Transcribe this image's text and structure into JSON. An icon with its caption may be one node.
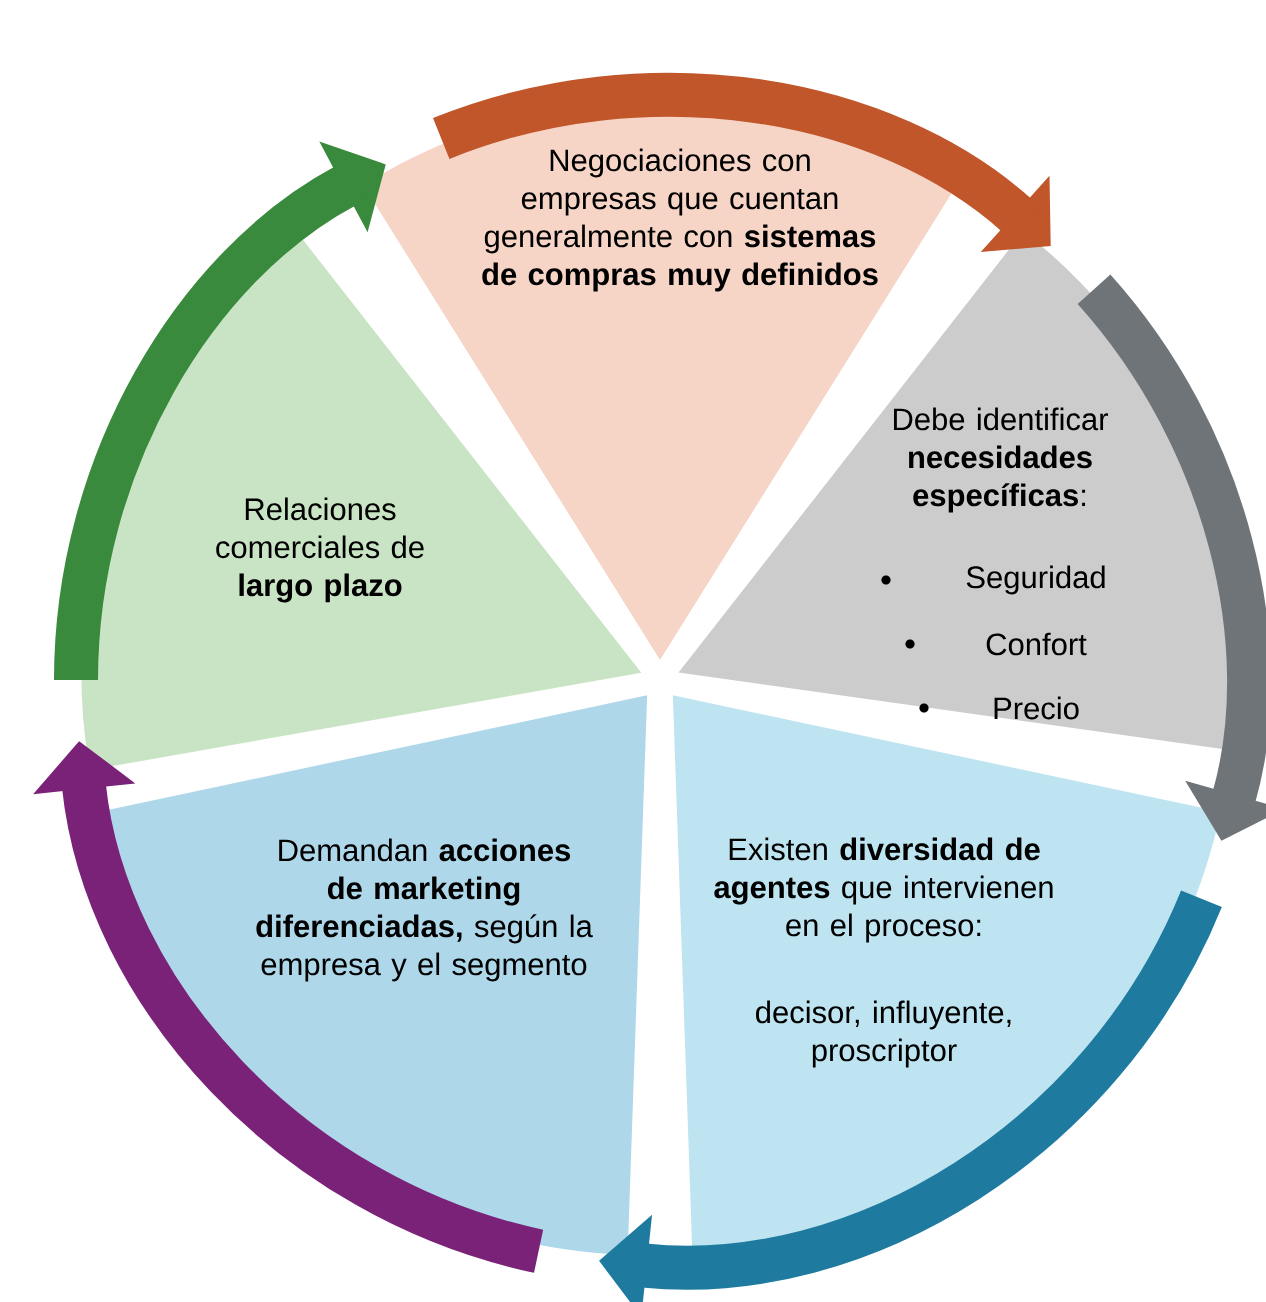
{
  "diagram": {
    "nodes": [
      {
        "text": [
          "Negociaciones con empresas que cuentan generalmente con **sistemas de compras muy definidos**"
        ]
      },
      {
        "text": [
          "Debe identificar **necesidades específicas**:",
          "Seguridad",
          "Confort",
          "Precio"
        ]
      },
      {
        "text": [
          "Existen **diversidad de agentes** que intervienen en el proceso:",
          "decisor, influyente, proscriptor"
        ]
      },
      {
        "text": [
          "Demandan **acciones de marketing diferenciadas,** según la empresa y el segmento"
        ]
      },
      {
        "text": [
          "Relaciones comerciales de **largo plazo**"
        ]
      }
    ],
    "edges": [
      {
        "from": 0,
        "to": 1,
        "arrow": "to",
        "color": "#c0562a"
      },
      {
        "from": 1,
        "to": 2,
        "arrow": "to",
        "color": "#6f7479"
      },
      {
        "from": 2,
        "to": 3,
        "arrow": "to",
        "color": "#1f7aa0"
      },
      {
        "from": 3,
        "to": 4,
        "arrow": "to",
        "color": "#7a2277"
      },
      {
        "from": 4,
        "to": 0,
        "arrow": "to",
        "color": "#3a8a3e"
      }
    ]
  }
}
